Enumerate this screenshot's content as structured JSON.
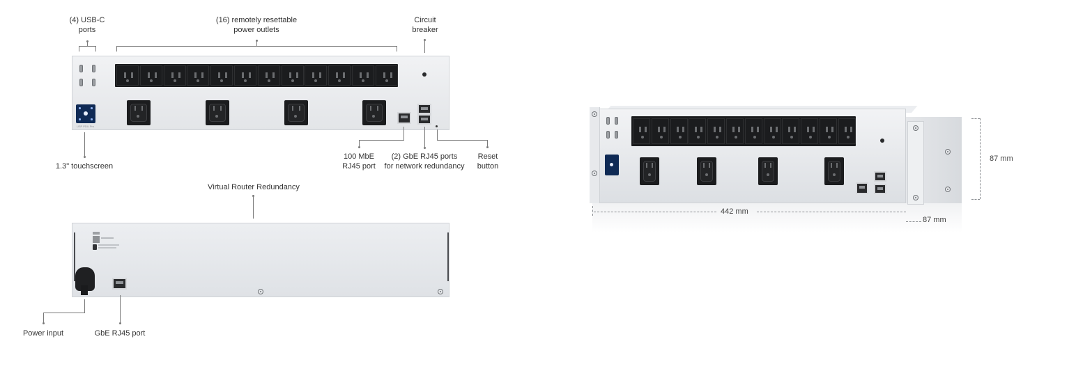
{
  "front_callouts": {
    "usbc": "(4) USB-C\nports",
    "outlets": "(16) remotely resettable\npower outlets",
    "breaker": "Circuit\nbreaker",
    "touchscreen": "1.3\" touchscreen",
    "mbe_port": "100 MbE\nRJ45 port",
    "gbe_ports": "(2) GbE RJ45 ports\nfor network redundancy",
    "reset": "Reset\nbutton"
  },
  "rear_callouts": {
    "vrr": "Virtual Router Redundancy",
    "power": "Power input",
    "gbe_port": "GbE RJ45 port"
  },
  "dimensions": {
    "width": "442 mm",
    "height": "87 mm",
    "depth": "87 mm"
  },
  "device_label": "USP PDU Pro",
  "colors": {
    "panel": "#e8eaed",
    "outlet": "#1b1c1e",
    "screen": "#0f2a55",
    "line": "#7a7a7a"
  }
}
